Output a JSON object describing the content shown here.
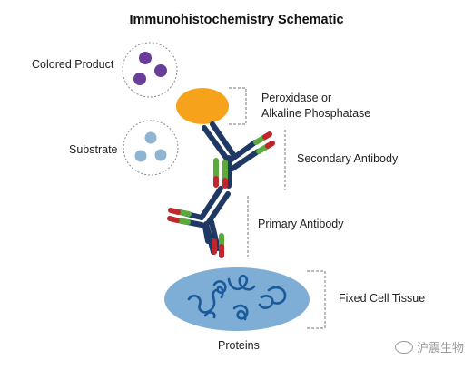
{
  "title": "Immunohistochemistry Schematic",
  "labels": {
    "colored_product": "Colored Product",
    "substrate": "Substrate",
    "enzyme_line1": "Peroxidase or",
    "enzyme_line2": "Alkaline Phosphatase",
    "secondary_antibody": "Secondary Antibody",
    "primary_antibody": "Primary Antibody",
    "fixed_cell_tissue": "Fixed Cell Tissue",
    "proteins": "Proteins"
  },
  "watermark": "沪震生物",
  "colors": {
    "colored_product": "#6a3d9a",
    "substrate": "#8fb4d2",
    "enzyme": "#f7a21b",
    "antibody_heavy": "#1f3864",
    "antibody_variable": "#5aaa3c",
    "antigen_tip": "#c0262d",
    "tissue_fill": "#7eaed5",
    "protein_strand": "#1a5a9a",
    "bracket": "#666666"
  }
}
